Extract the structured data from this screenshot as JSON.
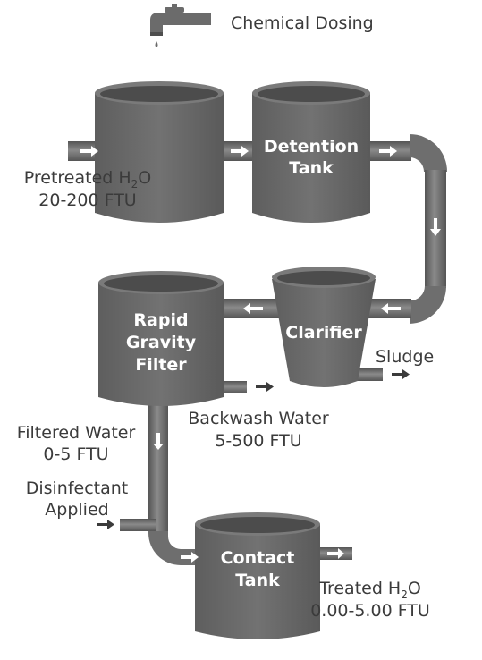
{
  "title": "Chemical Dosing",
  "influent": {
    "line1_prefix": "Pretreated H",
    "line1_sub": "2",
    "line1_suffix": "O",
    "line2": "20-200 FTU"
  },
  "tanks": {
    "detention": {
      "line1": "Detention",
      "line2": "Tank"
    },
    "clarifier": {
      "line1": "Clarifier"
    },
    "filter": {
      "line1": "Rapid",
      "line2": "Gravity",
      "line3": "Filter"
    },
    "contact": {
      "line1": "Contact",
      "line2": "Tank"
    }
  },
  "sludge": "Sludge",
  "backwash": {
    "line1": "Backwash Water",
    "line2": "5-500 FTU"
  },
  "filtered": {
    "line1": "Filtered Water",
    "line2": "0-5 FTU"
  },
  "disinfectant": {
    "line1": "Disinfectant",
    "line2": "Applied"
  },
  "treated": {
    "line1_prefix": "Treated H",
    "line1_sub": "2",
    "line1_suffix": "O",
    "line2": "0.00-5.00 FTU"
  },
  "colors": {
    "tank_body": "#6b6b6b",
    "tank_top": "#7c7c7c",
    "tank_inner": "#4a4a4a",
    "pipe": "#6e6e6e",
    "arrow": "#ffffff",
    "text": "#3b3b3b"
  }
}
